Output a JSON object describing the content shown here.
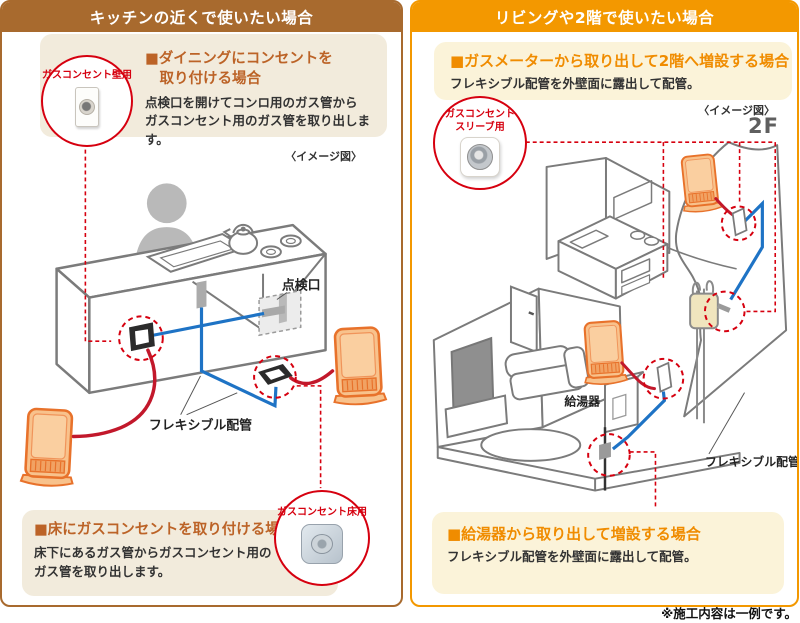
{
  "colors": {
    "left_accent": "#A86A2E",
    "right_accent": "#F39800",
    "left_headline": "#BC6327",
    "right_headline": "#F08C00",
    "accent_red": "#D6000F",
    "hose_red": "#C2182B",
    "pipe_blue": "#1E73C5",
    "line_gray": "#7B7B7B"
  },
  "left_panel": {
    "header": "キッチンの近くで使いたい場合",
    "top_box": {
      "headline_line1": "■ダイニングにコンセントを",
      "headline_line2": "取り付ける場合",
      "body_line1": "点検口を開けてコンロ用のガス管から",
      "body_line2": "ガスコンセント用のガス管を取り出します。"
    },
    "image_caption": "〈イメージ図〉",
    "wall_outlet_label": "ガスコンセント壁用",
    "floor_outlet_label": "ガスコンセント床用",
    "labels": {
      "inspection_port": "点検口",
      "flexible_pipe": "フレキシブル配管"
    },
    "bottom_box": {
      "headline": "■床にガスコンセントを取り付ける場合",
      "body_line1": "床下にあるガス管からガスコンセント用の",
      "body_line2": "ガス管を取り出します。"
    }
  },
  "right_panel": {
    "header": "リビングや2階で使いたい場合",
    "top_box": {
      "headline": "■ガスメーターから取り出して2階へ増設する場合",
      "body": "フレキシブル配管を外壁面に露出して配管。"
    },
    "image_caption": "〈イメージ図〉",
    "floor_label": "2F",
    "sleeve_outlet_label_line1": "ガスコンセント",
    "sleeve_outlet_label_line2": "スリーブ用",
    "labels": {
      "water_heater": "給湯器",
      "flexible_pipe": "フレキシブル配管"
    },
    "bottom_box": {
      "headline": "■給湯器から取り出して増設する場合",
      "body": "フレキシブル配管を外壁面に露出して配管。"
    }
  },
  "footnote": "※施工内容は一例です。"
}
